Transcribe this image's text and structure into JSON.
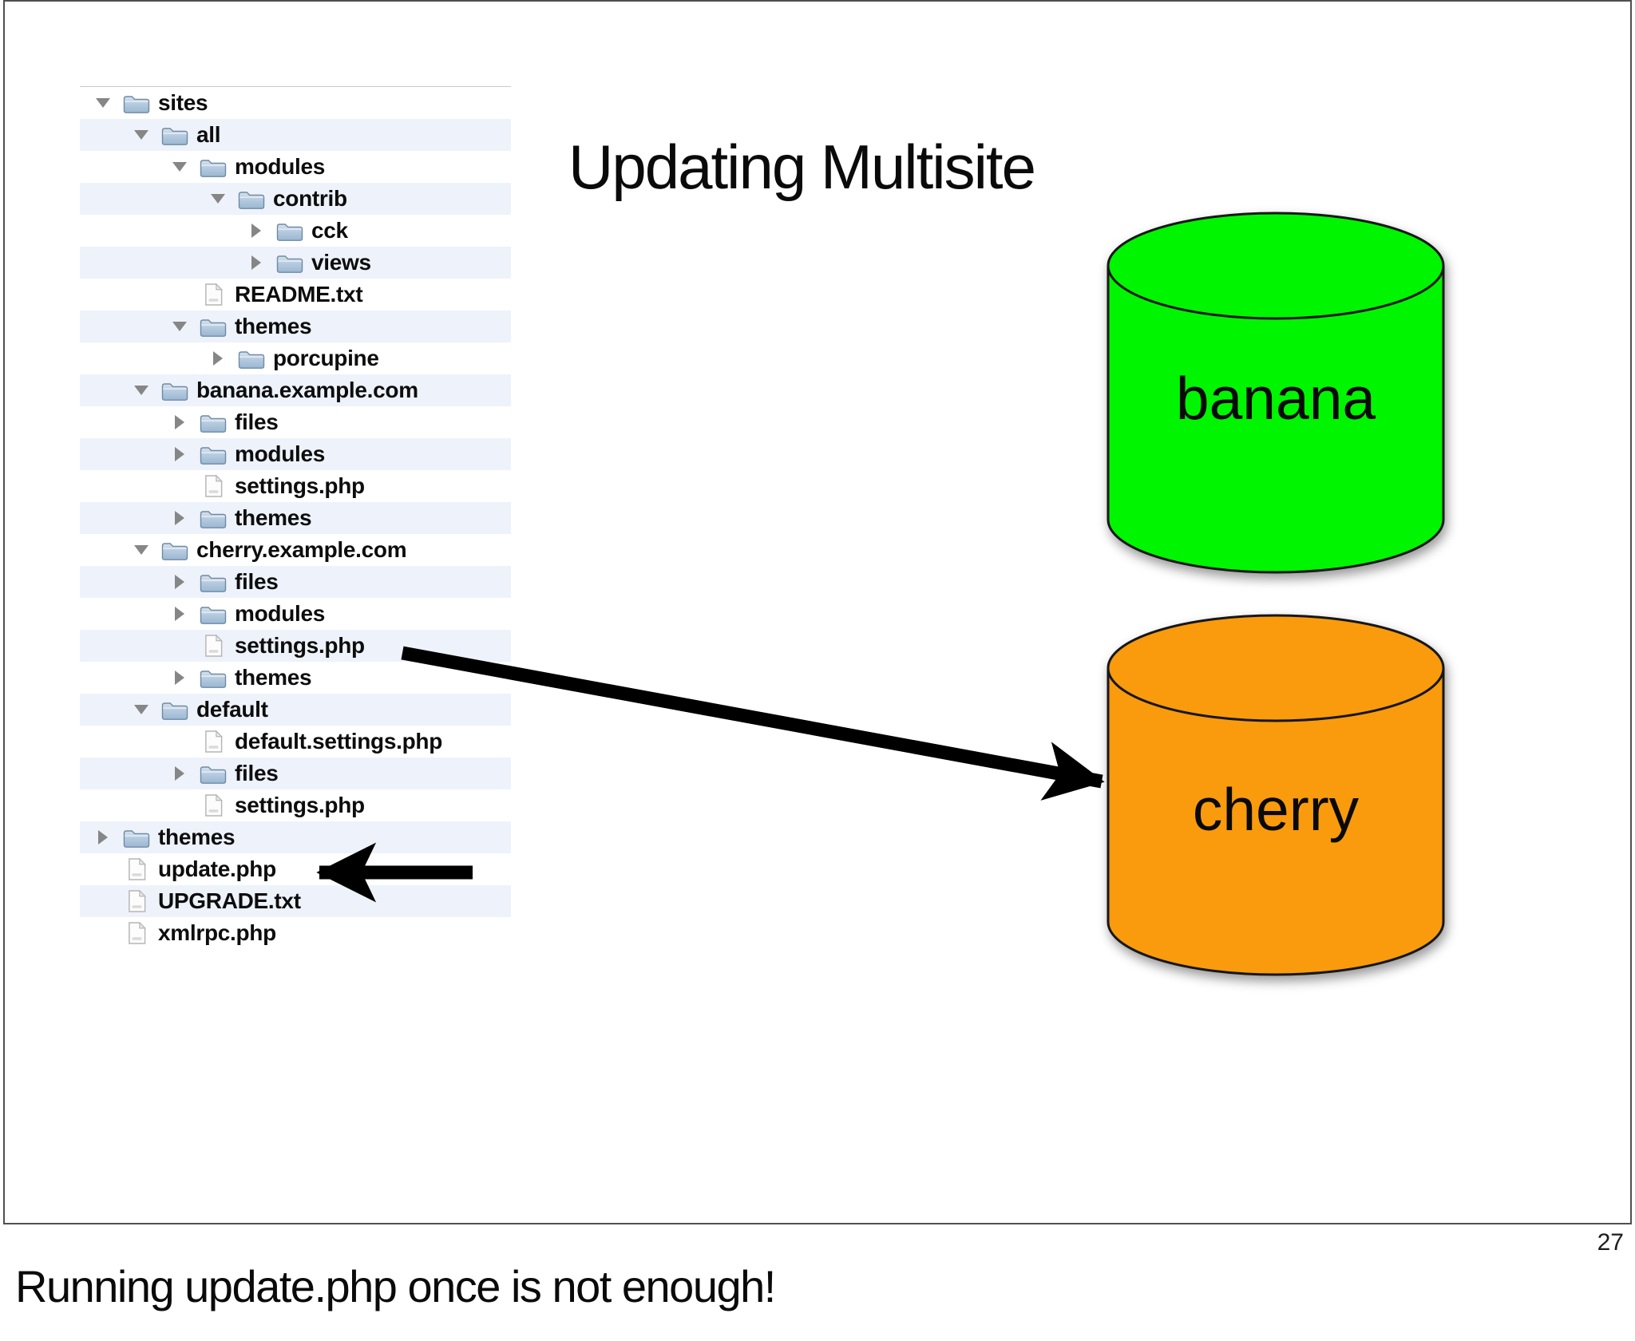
{
  "slide": {
    "title": "Updating Multisite",
    "caption": "Running update.php once is not enough!",
    "page_number": "27"
  },
  "file_tree": {
    "rows": [
      {
        "label": "sites",
        "level": 0,
        "kind": "folder",
        "state": "expanded"
      },
      {
        "label": "all",
        "level": 1,
        "kind": "folder",
        "state": "expanded"
      },
      {
        "label": "modules",
        "level": 2,
        "kind": "folder",
        "state": "expanded"
      },
      {
        "label": "contrib",
        "level": 3,
        "kind": "folder",
        "state": "expanded"
      },
      {
        "label": "cck",
        "level": 4,
        "kind": "folder",
        "state": "collapsed"
      },
      {
        "label": "views",
        "level": 4,
        "kind": "folder",
        "state": "collapsed"
      },
      {
        "label": "README.txt",
        "level": 2,
        "kind": "file",
        "state": "none"
      },
      {
        "label": "themes",
        "level": 2,
        "kind": "folder",
        "state": "expanded"
      },
      {
        "label": "porcupine",
        "level": 3,
        "kind": "folder",
        "state": "collapsed"
      },
      {
        "label": "banana.example.com",
        "level": 1,
        "kind": "folder",
        "state": "expanded"
      },
      {
        "label": "files",
        "level": 2,
        "kind": "folder",
        "state": "collapsed"
      },
      {
        "label": "modules",
        "level": 2,
        "kind": "folder",
        "state": "collapsed"
      },
      {
        "label": "settings.php",
        "level": 2,
        "kind": "file",
        "state": "none"
      },
      {
        "label": "themes",
        "level": 2,
        "kind": "folder",
        "state": "collapsed"
      },
      {
        "label": "cherry.example.com",
        "level": 1,
        "kind": "folder",
        "state": "expanded"
      },
      {
        "label": "files",
        "level": 2,
        "kind": "folder",
        "state": "collapsed"
      },
      {
        "label": "modules",
        "level": 2,
        "kind": "folder",
        "state": "collapsed"
      },
      {
        "label": "settings.php",
        "level": 2,
        "kind": "file",
        "state": "none"
      },
      {
        "label": "themes",
        "level": 2,
        "kind": "folder",
        "state": "collapsed"
      },
      {
        "label": "default",
        "level": 1,
        "kind": "folder",
        "state": "expanded"
      },
      {
        "label": "default.settings.php",
        "level": 2,
        "kind": "file",
        "state": "none"
      },
      {
        "label": "files",
        "level": 2,
        "kind": "folder",
        "state": "collapsed"
      },
      {
        "label": "settings.php",
        "level": 2,
        "kind": "file",
        "state": "none"
      },
      {
        "label": "themes",
        "level": 0,
        "kind": "folder",
        "state": "collapsed"
      },
      {
        "label": "update.php",
        "level": 0,
        "kind": "file",
        "state": "none"
      },
      {
        "label": "UPGRADE.txt",
        "level": 0,
        "kind": "file",
        "state": "none"
      },
      {
        "label": "xmlrpc.php",
        "level": 0,
        "kind": "file",
        "state": "none"
      }
    ]
  },
  "databases": [
    {
      "name": "banana",
      "color": "#00F500"
    },
    {
      "name": "cherry",
      "color": "#F99B0C"
    }
  ],
  "arrows": [
    {
      "description": "cherry.example.com settings.php to cherry database"
    },
    {
      "description": "points at update.php"
    }
  ]
}
